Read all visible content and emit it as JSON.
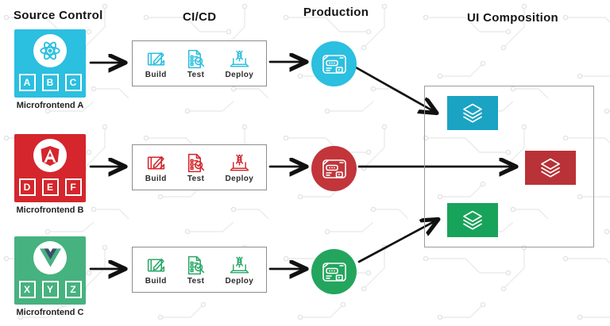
{
  "columns": [
    {
      "label": "Source Control"
    },
    {
      "label": "CI/CD"
    },
    {
      "label": "Production"
    },
    {
      "label": "UI Composition"
    }
  ],
  "steps": [
    {
      "label": "Build",
      "icon": "blueprint-pencil-icon"
    },
    {
      "label": "Test",
      "icon": "checklist-magnifier-icon"
    },
    {
      "label": "Deploy",
      "icon": "rocket-laptop-icon"
    }
  ],
  "rows": [
    {
      "name": "Microfrontend A",
      "framework": "React",
      "framework_icon": "react-logo-icon",
      "modules": [
        "A",
        "B",
        "C"
      ],
      "colors": {
        "primary": "#2bbfe0",
        "production": "#2bbfe0",
        "layer": "#1aa3c3"
      }
    },
    {
      "name": "Microfrontend B",
      "framework": "Angular",
      "framework_icon": "angular-logo-icon",
      "modules": [
        "D",
        "E",
        "F"
      ],
      "colors": {
        "primary": "#d4262c",
        "production": "#c2353a",
        "layer": "#b93237"
      }
    },
    {
      "name": "Microfrontend C",
      "framework": "Vue",
      "framework_icon": "vue-logo-icon",
      "modules": [
        "X",
        "Y",
        "Z"
      ],
      "colors": {
        "primary": "#46b27f",
        "production": "#23a55e",
        "layer": "#18a35a"
      }
    }
  ],
  "production_icon": "browser-window-icon",
  "layer_icon": "stacked-layers-icon",
  "arrow_color": "#111111",
  "background_pattern_color": "#ebebeb"
}
